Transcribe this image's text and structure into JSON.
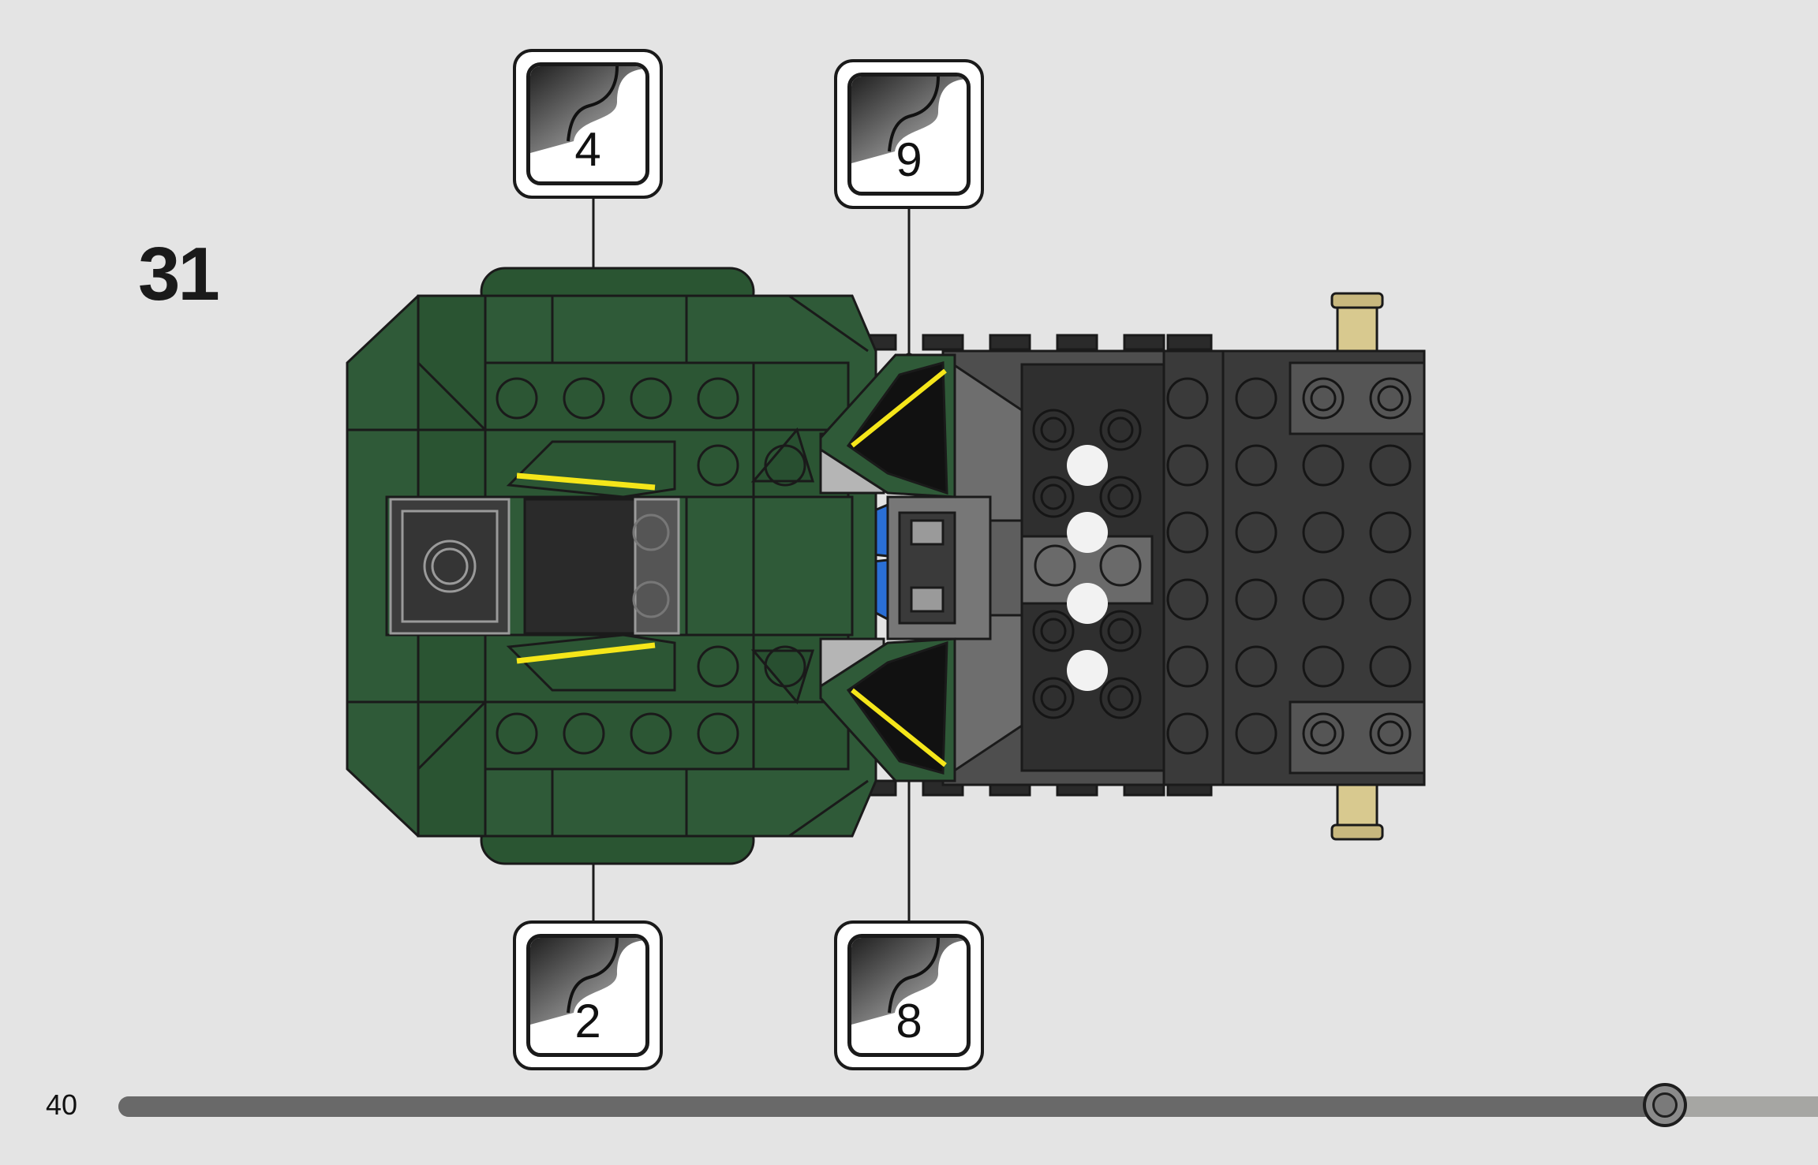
{
  "step": {
    "number": "31"
  },
  "page": {
    "number": "40"
  },
  "callouts": [
    {
      "label": "4",
      "icon": "sticker-sheet-icon"
    },
    {
      "label": "9",
      "icon": "sticker-sheet-icon"
    },
    {
      "label": "2",
      "icon": "sticker-sheet-icon"
    },
    {
      "label": "8",
      "icon": "sticker-sheet-icon"
    }
  ],
  "progress": {
    "fraction": 0.91
  },
  "colors": {
    "background": "#e4e4e4",
    "green": "#2f5a38",
    "dark_gray": "#3a3a3a",
    "stud_gray": "#5a5a5a",
    "light_gray": "#b5b5b5",
    "yellow": "#f5e61a",
    "blue": "#2a6fd6",
    "tan": "#d8c98f"
  }
}
